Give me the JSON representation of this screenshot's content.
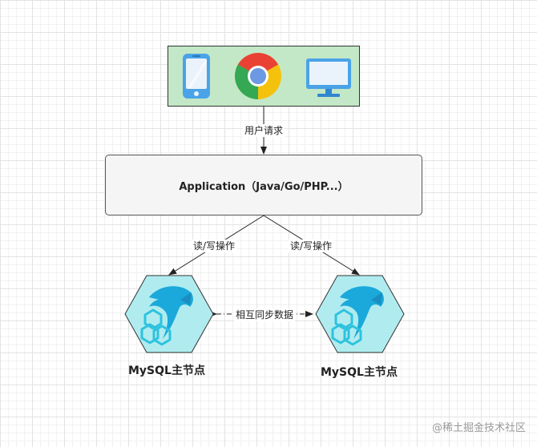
{
  "clients": {
    "icons": [
      "smartphone-icon",
      "chrome-browser-icon",
      "desktop-monitor-icon"
    ],
    "fill": "#c3e8c7"
  },
  "edges": {
    "user_request": "用户请求",
    "read_write_left": "读/写操作",
    "read_write_right": "读/写操作",
    "sync": "相互同步数据"
  },
  "application": {
    "label": "Application（Java/Go/PHP...）"
  },
  "databases": [
    {
      "title": "MySQL主节点",
      "icon": "mysql-dolphin-icon"
    },
    {
      "title": "MySQL主节点",
      "icon": "mysql-dolphin-icon"
    }
  ],
  "colors": {
    "hexagon_fill": "#b0ecef",
    "dolphin": "#1ba9db",
    "chain": "#2ec2df"
  },
  "watermark": "@稀土掘金技术社区"
}
